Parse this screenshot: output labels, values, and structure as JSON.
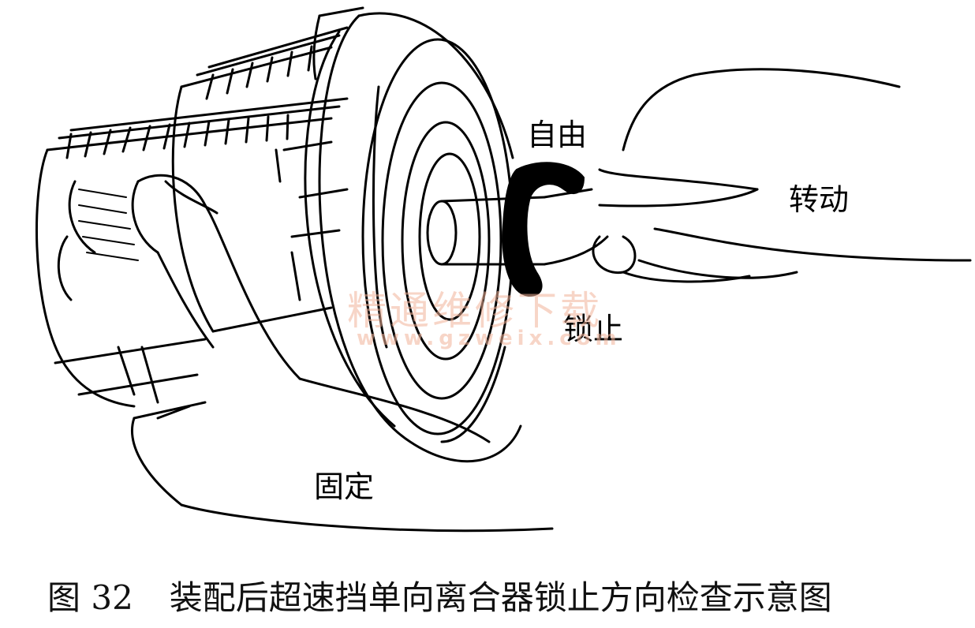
{
  "labels": {
    "free": "自由",
    "rotate": "转动",
    "lock": "锁止",
    "fixed": "固定"
  },
  "watermark": {
    "cn": "精通维修下载",
    "url": "www.gzweix.com"
  },
  "caption": {
    "number": "图 32",
    "text": "装配后超速挡单向离合器锁止方向检查示意图"
  },
  "colors": {
    "ink": "#000000",
    "watermark": "#f2b39a"
  }
}
